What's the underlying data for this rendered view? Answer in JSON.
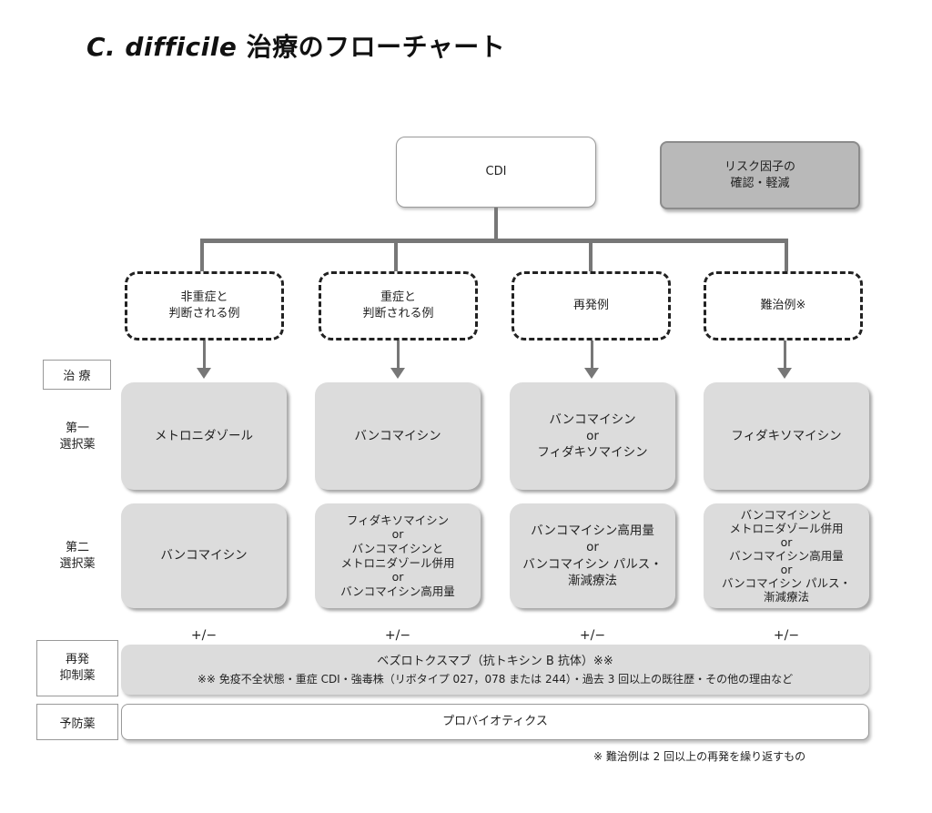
{
  "title": {
    "latin": "C. difficile",
    "jp": "治療のフローチャート"
  },
  "top": {
    "cdi": "CDI",
    "risk": "リスク因子の\n確認・軽減"
  },
  "categories": [
    "非重症と\n判断される例",
    "重症と\n判断される例",
    "再発例",
    "難治例※"
  ],
  "row_labels": {
    "treatment": "治 療",
    "first": "第一\n選択薬",
    "second": "第二\n選択薬",
    "recurrence": "再発\n抑制薬",
    "prevention": "予防薬"
  },
  "first_line": [
    "メトロニダゾール",
    "バンコマイシン",
    "バンコマイシン\nor\nフィダキソマイシン",
    "フィダキソマイシン"
  ],
  "second_line": [
    "バンコマイシン",
    "フィダキソマイシン\nor\nバンコマイシンと\nメトロニダゾール併用\nor\nバンコマイシン高用量",
    "バンコマイシン高用量\nor\nバンコマイシン パルス・\n漸減療法",
    "バンコマイシンと\nメトロニダゾール併用\nor\nバンコマイシン高用量\nor\nバンコマイシン パルス・\n漸減療法"
  ],
  "plus_minus": "+/−",
  "recurrence": {
    "line1": "ベズロトクスマブ（抗トキシン B 抗体）※※",
    "line2": "※※ 免疫不全状態・重症 CDI・強毒株（リボタイプ 027，078 または 244）・過去 3 回以上の既往歴・その他の理由など"
  },
  "prevention": "プロバイオティクス",
  "footnote": "※ 難治例は 2 回以上の再発を繰り返すもの"
}
